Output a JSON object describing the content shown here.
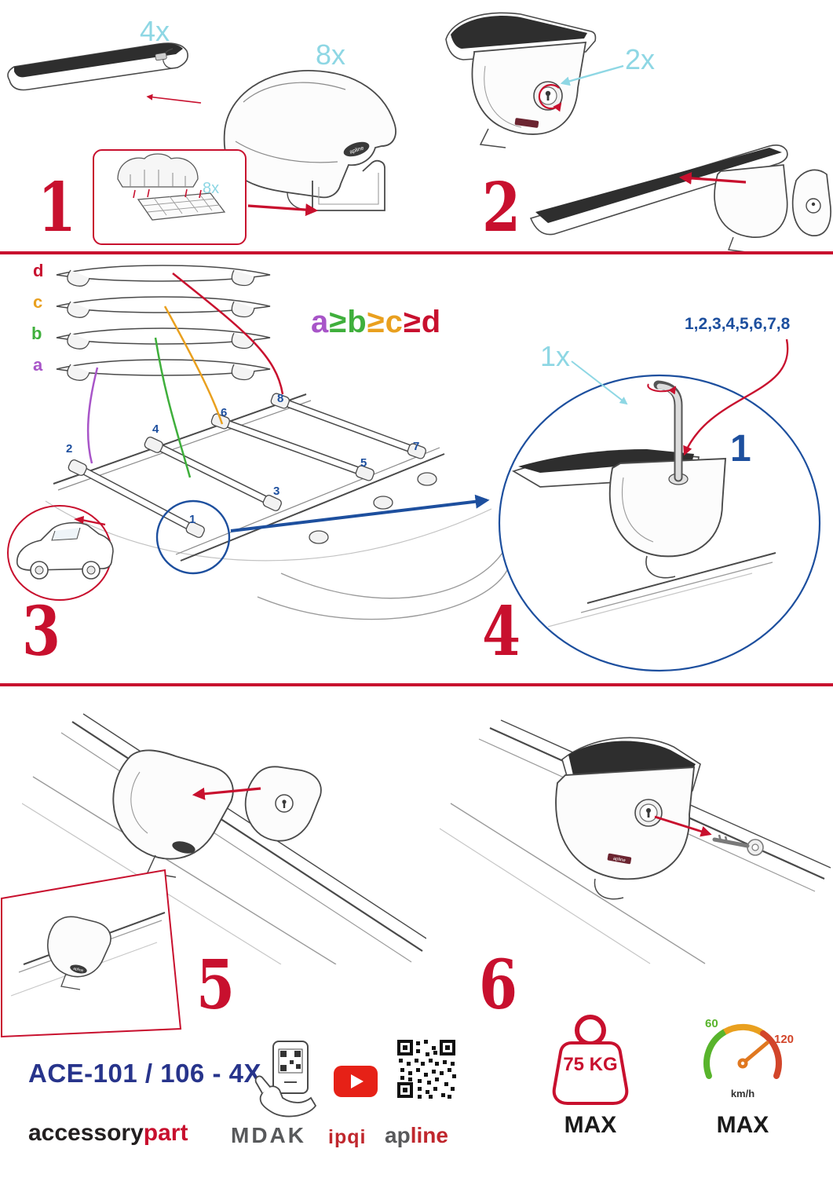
{
  "palette": {
    "red": "#c8102e",
    "cyan": "#8ed7e4",
    "blue": "#1d4f9e",
    "navy": "#27348b",
    "purple": "#a855c8",
    "green": "#3faf3c",
    "orange": "#e9a01f",
    "dark": "#231f20"
  },
  "step1": {
    "number": "1",
    "bar_qty": "4x",
    "clamp_qty": "8x",
    "pad_qty": "8x"
  },
  "step2": {
    "number": "2",
    "lock_qty": "2x"
  },
  "step3": {
    "number": "3",
    "bar_labels": [
      "d",
      "c",
      "b",
      "a"
    ],
    "formula": [
      "a",
      "≥",
      "b",
      "≥",
      "c",
      "≥",
      "d"
    ],
    "positions": [
      "1",
      "2",
      "3",
      "4",
      "5",
      "6",
      "7",
      "8"
    ]
  },
  "step4": {
    "number": "4",
    "tool_qty": "1x",
    "tighten_sequence": "1,2,3,4,5,6,7,8",
    "position_number": "1"
  },
  "step5": {
    "number": "5"
  },
  "step6": {
    "number": "6"
  },
  "footer": {
    "model": "ACE-101 / 106 - 4X",
    "brand_accessory": "accessory",
    "brand_part": "part",
    "logo_mdak": "MDAK",
    "logo_ipqi": "ipqi",
    "logo_ap": "ap",
    "logo_line": "line",
    "foot_logo": "apline",
    "max_weight": "75 KG",
    "max_weight_label": "MAX",
    "speed_low": "60",
    "speed_high": "120",
    "speed_unit": "km/h",
    "speed_label": "MAX"
  }
}
